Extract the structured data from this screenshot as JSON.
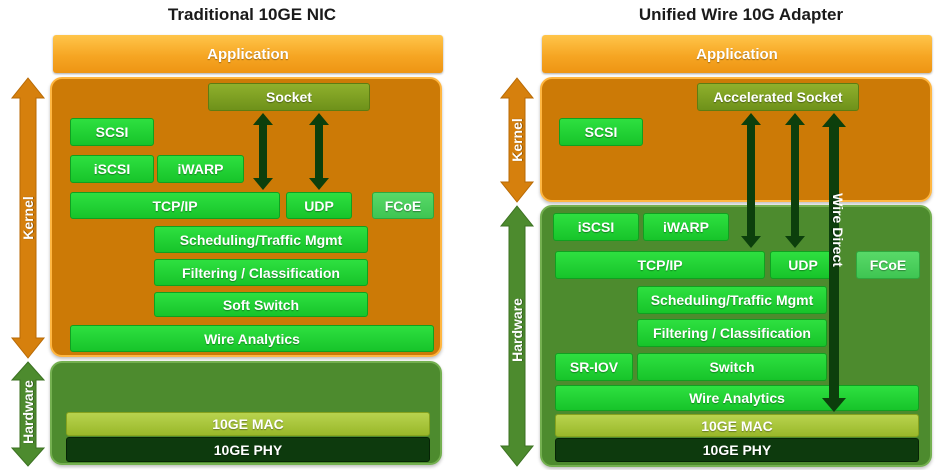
{
  "left": {
    "title": "Traditional 10GE NIC",
    "application": "Application",
    "side_kernel": "Kernel",
    "side_hardware": "Hardware",
    "socket": "Socket",
    "scsi": "SCSI",
    "iscsi": "iSCSI",
    "iwarp": "iWARP",
    "tcpip": "TCP/IP",
    "udp": "UDP",
    "fcoe": "FCoE",
    "scheduling": "Scheduling/Traffic Mgmt",
    "filtering": "Filtering / Classification",
    "switch": "Soft Switch",
    "wire_analytics": "Wire Analytics",
    "mac": "10GE MAC",
    "phy": "10GE PHY"
  },
  "right": {
    "title": "Unified Wire 10G Adapter",
    "application": "Application",
    "side_kernel": "Kernel",
    "side_hardware": "Hardware",
    "socket": "Accelerated Socket",
    "scsi": "SCSI",
    "iscsi": "iSCSI",
    "iwarp": "iWARP",
    "tcpip": "TCP/IP",
    "udp": "UDP",
    "fcoe": "FCoE",
    "wire_direct": "Wire Direct",
    "scheduling": "Scheduling/Traffic Mgmt",
    "filtering": "Filtering / Classification",
    "sriov": "SR-IOV",
    "switch": "Switch",
    "wire_analytics": "Wire Analytics",
    "mac": "10GE MAC",
    "phy": "10GE PHY"
  },
  "colors": {
    "application": "#f6a623",
    "kernel": "#cc7a06",
    "hardware": "#4d8b2e",
    "block": "#1fd034",
    "arrow_dark": "#0c3f0c"
  }
}
